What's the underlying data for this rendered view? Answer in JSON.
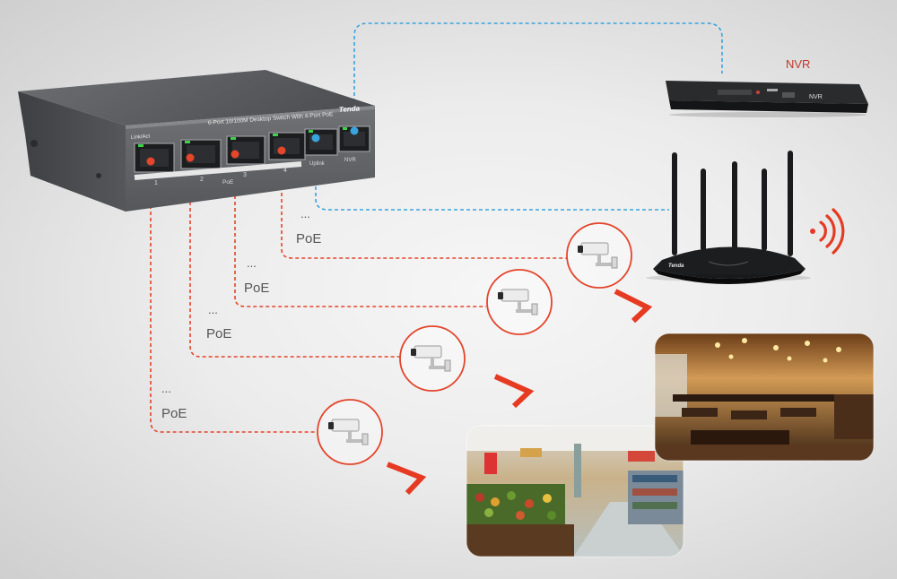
{
  "switch": {
    "model_text": "6-Port 10/100M Desktop Switch With 4-Port PoE",
    "brand": "Tenda",
    "status_label": "Link/Act",
    "port_numbers": [
      "1",
      "2",
      "3",
      "4"
    ],
    "poe_group_label": "PoE",
    "uplink_label": "Uplink",
    "nvr_port_label": "NVR"
  },
  "nvr": {
    "title": "NVR",
    "device_label": "NVR"
  },
  "router": {
    "brand": "Tenda"
  },
  "connections": [
    {
      "dots": "...",
      "label": "PoE"
    },
    {
      "dots": "...",
      "label": "PoE"
    },
    {
      "dots": "...",
      "label": "PoE"
    },
    {
      "dots": "...",
      "label": "PoE"
    }
  ],
  "colors": {
    "poe_line": "#e4452b",
    "network_line": "#3aa3dd",
    "arrow": "#e63a22",
    "wifi": "#e63a22",
    "switch_body": "#5f6165",
    "nvr_text": "#c0392b"
  },
  "icons": {
    "camera": "cctv-camera-icon",
    "wifi": "wifi-signal-icon",
    "arrow": "chevron-right-arrow-icon"
  }
}
